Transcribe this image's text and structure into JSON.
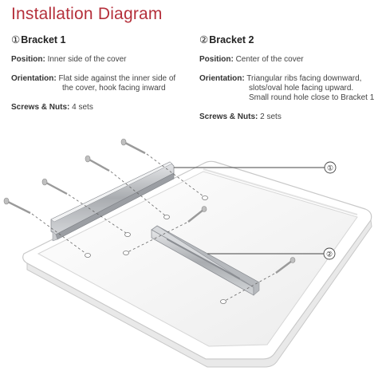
{
  "title": "Installation Diagram",
  "bracket1": {
    "marker": "①",
    "heading": "Bracket 1",
    "position_label": "Position:",
    "position_value": "Inner side of the cover",
    "orientation_label": "Orientation:",
    "orientation_line1": "Flat side against the inner side of",
    "orientation_line2": "the cover, hook facing inward",
    "screws_label": "Screws & Nuts:",
    "screws_value": "4 sets"
  },
  "bracket2": {
    "marker": "②",
    "heading": "Bracket 2",
    "position_label": "Position:",
    "position_value": "Center of the cover",
    "orientation_label": "Orientation:",
    "orientation_line1": "Triangular ribs facing downward,",
    "orientation_line2": "slots/oval hole facing upward.",
    "orientation_line3": "Small round hole close to Bracket 1",
    "screws_label": "Screws & Nuts:",
    "screws_value": "2 sets"
  },
  "callouts": {
    "one": "①",
    "two": "②"
  },
  "colors": {
    "title": "#b5303b",
    "cover_fill": "#f7f7f7",
    "cover_edge": "#cfcfcf",
    "bracket": "#b9bcc0"
  }
}
